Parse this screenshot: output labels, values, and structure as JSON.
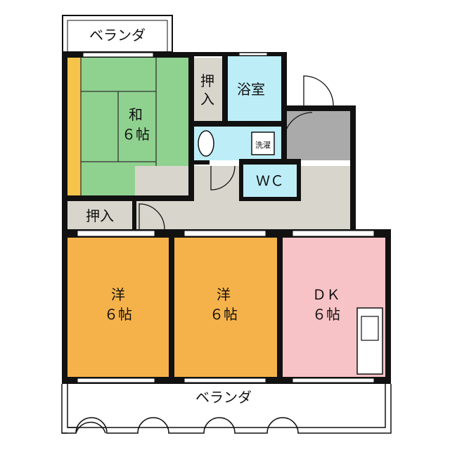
{
  "rooms": {
    "washitsu": {
      "name": "和",
      "size": "６帖"
    },
    "oshiire_top": {
      "line1": "押",
      "line2": "入"
    },
    "bath": {
      "name": "浴室"
    },
    "laundry": {
      "name": "洗濯"
    },
    "wc": {
      "name": "ＷＣ"
    },
    "oshiire_left": {
      "name": "押入"
    },
    "yoshitsu1": {
      "name": "洋",
      "size": "６帖"
    },
    "yoshitsu2": {
      "name": "洋",
      "size": "６帖"
    },
    "dk": {
      "name": "ＤＫ",
      "size": "６帖"
    }
  },
  "balcony_top": {
    "label": "ベランダ"
  },
  "balcony_bottom": {
    "label": "ベランダ"
  },
  "colors": {
    "washitsu": "#8fd18f",
    "western": "#f6b24a",
    "dk": "#f7c3c6",
    "wet": "#bdeef8",
    "hall": "#d8d6cc",
    "storage": "#d8d6cc",
    "entrance": "#aaaaaa",
    "wall": "#111111"
  }
}
